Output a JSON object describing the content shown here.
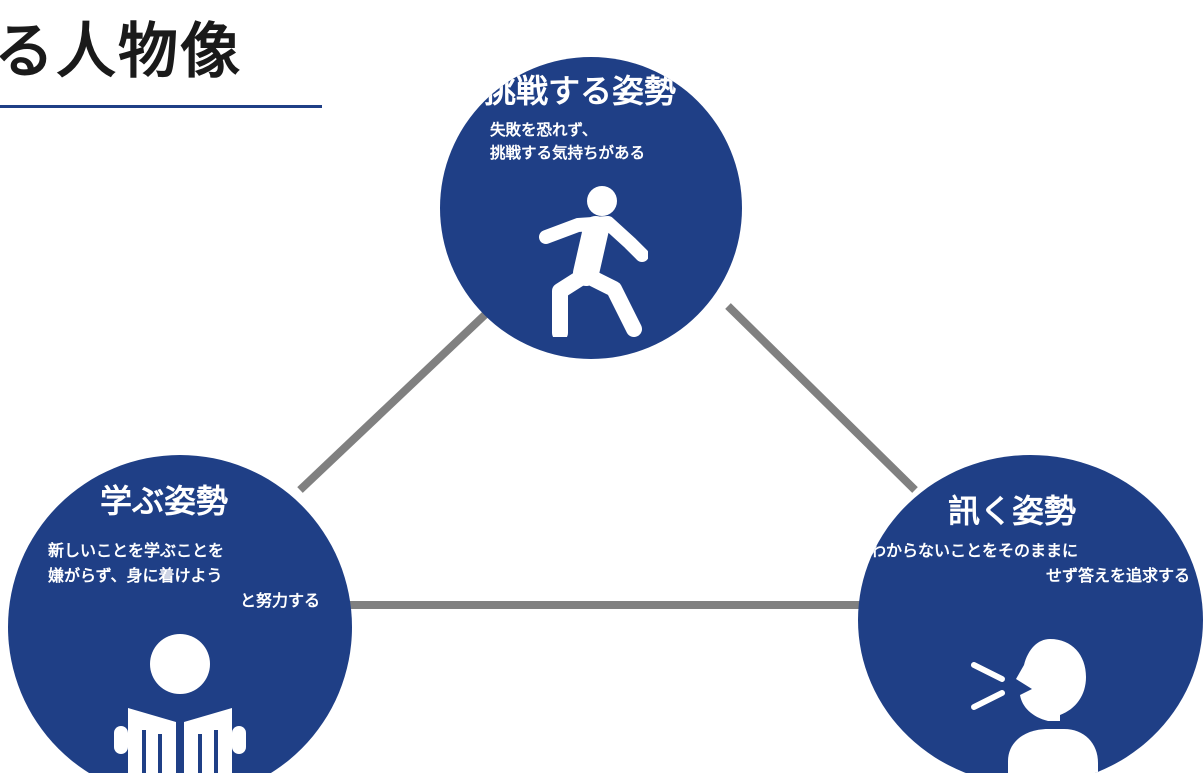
{
  "page": {
    "title": "る人物像",
    "underline_color": "#1f3f86"
  },
  "colors": {
    "circle_fill": "#1f3f86",
    "connector": "#808080",
    "text_on_circle": "#ffffff"
  },
  "nodes": {
    "challenge": {
      "heading": "挑戦する姿勢",
      "desc_lines": [
        "失敗を恐れず、",
        "挑戦する気持ちがある"
      ],
      "icon": "running-person-icon"
    },
    "learn": {
      "heading": "学ぶ姿勢",
      "desc_lines": [
        "新しいことを学ぶことを",
        "嫌がらず、身に着けよう",
        "と努力する"
      ],
      "icon": "reading-person-icon"
    },
    "ask": {
      "heading": "訊く姿勢",
      "desc_lines": [
        "わからないことをそのままに",
        "せず答えを追求する"
      ],
      "icon": "speaking-person-icon"
    }
  }
}
